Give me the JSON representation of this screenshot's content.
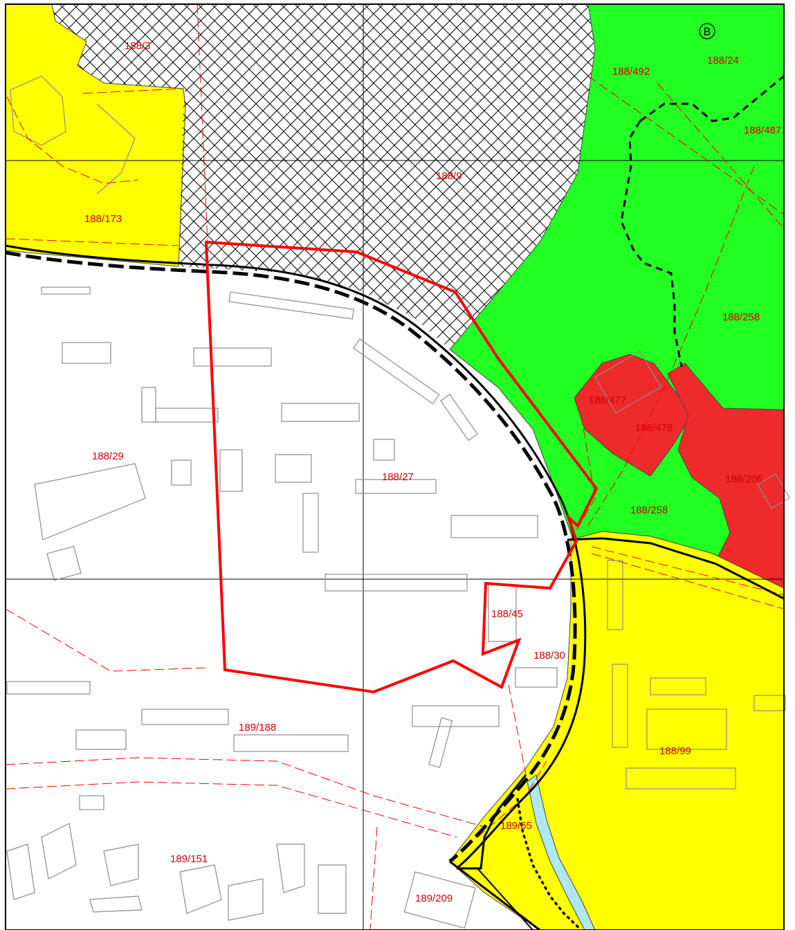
{
  "map": {
    "colors": {
      "yellow_zone": "#ffff00",
      "green_zone": "#22ff22",
      "red_zone": "#ee2a2a",
      "boundary_red": "#ff0000",
      "hatch": "#000000",
      "water": "#aee8f5",
      "building_outline": "#8c8c8c"
    },
    "badge": "B",
    "labels": {
      "p188_3": "188/3",
      "p188_24": "188/24",
      "p188_492": "188/492",
      "p188_487": "188/487",
      "p188_9": "188/9",
      "p188_173": "188/173",
      "p188_258_top": "188/258",
      "p188_29": "188/29",
      "p188_477": "188/477",
      "p188_478": "188/478",
      "p188_206": "188/206",
      "p188_27": "188/27",
      "p188_258_bottom": "188/258",
      "p188_45": "188/45",
      "p188_30": "188/30",
      "p189_188": "189/188",
      "p188_99": "188/99",
      "p189_65": "189/65",
      "p189_151": "189/151",
      "p189_209": "189/209"
    }
  }
}
